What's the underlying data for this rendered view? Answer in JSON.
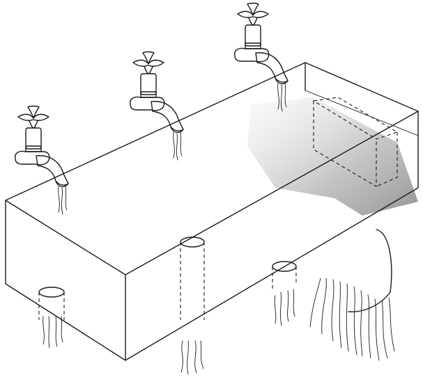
{
  "figure": {
    "title": "",
    "faucet_count": 3,
    "drain_count": 4,
    "colors": {
      "ink": "#1a1a1a",
      "background": "#ffffff",
      "water_shade": "#a6a6a6"
    },
    "parts": {
      "tank": "open-topped-tank",
      "faucets": [
        "faucet-left",
        "faucet-middle",
        "faucet-right"
      ],
      "drains": [
        "drain-front-left",
        "drain-top-middle",
        "drain-top-right",
        "drain-large-right"
      ],
      "hidden_block": "dashed-block-in-tank"
    }
  }
}
